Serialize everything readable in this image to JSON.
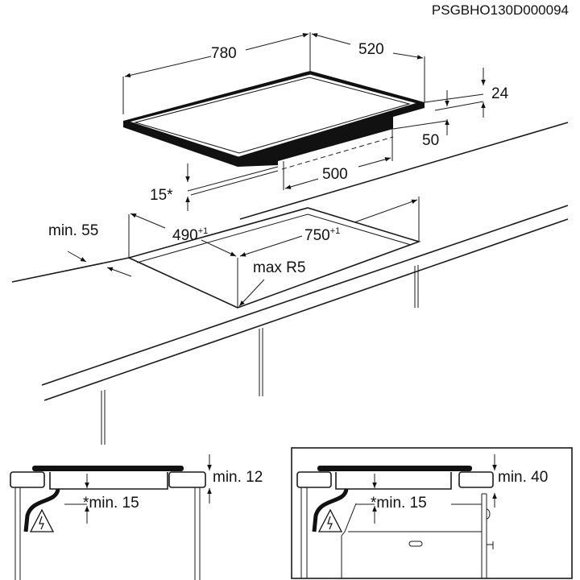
{
  "code": "PSGBHO130D000094",
  "top_view": {
    "width": "780",
    "depth": "520",
    "thickness": "24",
    "body_offset": "50",
    "body_width": "500",
    "clearance": "15*",
    "min_edge": "min. 55",
    "cutout_depth": "490",
    "cutout_depth_tol": "+1",
    "cutout_width": "750",
    "cutout_width_tol": "+1",
    "corner_radius": "max R5"
  },
  "section_left": {
    "top_clearance": "min. 12",
    "bottom_clearance": "*min. 15"
  },
  "section_right": {
    "top_clearance": "min. 40",
    "bottom_clearance": "*min. 15"
  },
  "colors": {
    "line": "#1a1a1a",
    "background": "#ffffff"
  }
}
